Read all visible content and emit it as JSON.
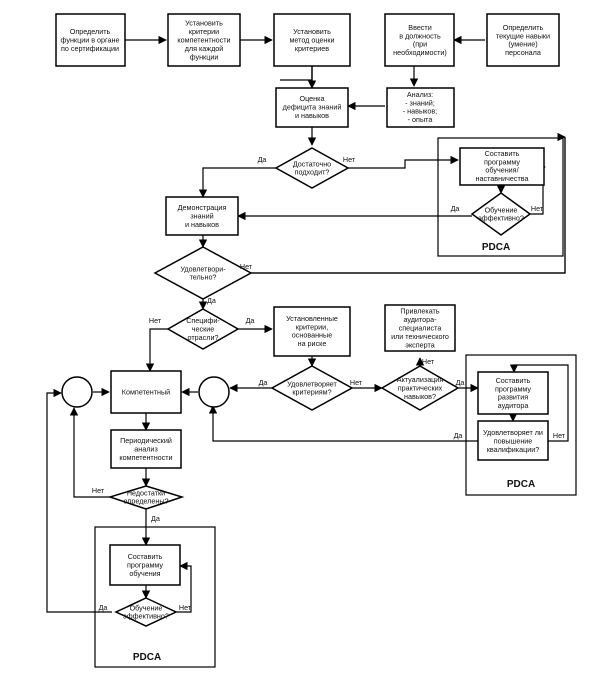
{
  "nodes": {
    "define_functions": [
      "Определить",
      "функции в органе",
      "по сертификации"
    ],
    "set_criteria": [
      "Установить",
      "критерии",
      "компетентности",
      "для каждой",
      "функции"
    ],
    "set_method": [
      "Установить",
      "метод оценки",
      "критериев"
    ],
    "introduce_position": [
      "Ввести",
      "в должность",
      "(при",
      "необходимости)"
    ],
    "define_skills": [
      "Определить",
      "текущие навыки",
      "(умение)",
      "персонала"
    ],
    "assess_gap": [
      "Оценка",
      "дефицита знаний",
      "и навыков"
    ],
    "analysis": [
      "Анализ:",
      "- знаний;",
      "- навыков;",
      "- опыта"
    ],
    "sufficient": [
      "Достаточно",
      "подходит?"
    ],
    "make_program_1": [
      "Составить",
      "программу",
      "обучения/",
      "наставничества"
    ],
    "effective_1": [
      "Обучение",
      "эффективно?"
    ],
    "demonstrate": [
      "Демонстрация",
      "знаний",
      "и навыков"
    ],
    "satisfactory": [
      "Удовлетвори-",
      "тельно?"
    ],
    "specific": [
      "Специфи-",
      "ческие",
      "отрасли?"
    ],
    "risk_criteria": [
      "Установленные",
      "критерии,",
      "основанные",
      "на риске"
    ],
    "engage_expert": [
      "Привлекать",
      "аудитора-",
      "специалиста",
      "или технического",
      "эксперта"
    ],
    "competent": [
      "Компетентный"
    ],
    "meets_criteria": [
      "Удовлетворяет",
      "критериям?"
    ],
    "update_skills": [
      "Актуализация",
      "практических",
      "навыков?"
    ],
    "auditor_program": [
      "Составить",
      "программу",
      "развития",
      "аудитора"
    ],
    "meets_improvement": [
      "Удовлетворяет ли",
      "повышение",
      "квалификации?"
    ],
    "periodic_analysis": [
      "Периодический",
      "анализ",
      "компетентности"
    ],
    "gaps_found": [
      "Недостатки",
      "определены?"
    ],
    "make_program_2": [
      "Составить",
      "программу",
      "обучения"
    ],
    "effective_2": [
      "Обучение",
      "эффективно?"
    ]
  },
  "labels": {
    "yes": "Да",
    "no": "Нет",
    "pdca": "PDCA"
  }
}
